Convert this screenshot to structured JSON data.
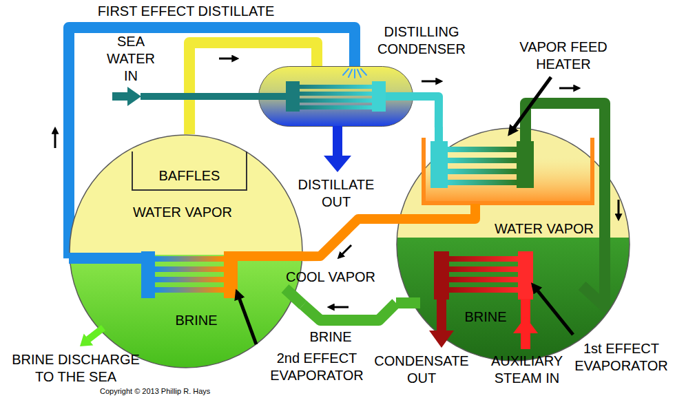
{
  "diagram": {
    "nodes": [
      {
        "text": [
          "WATER VAPOR",
          "BRINE"
        ]
      },
      {
        "text": [
          "BAFFLES"
        ],
        "in": 0
      },
      {
        "text": [
          "DISTILLING CONDENSER"
        ]
      },
      {
        "text": [
          "WATER VAPOR",
          "BRINE"
        ]
      }
    ],
    "edges": [
      {
        "from": 0,
        "to": 2,
        "arrow": "none"
      },
      {
        "from": 0,
        "to": 2,
        "label": "FIRST EFFECT DISTILLATE",
        "arrow": "none"
      },
      {
        "from": 2,
        "to": 3,
        "arrow": "none"
      },
      {
        "from": 3,
        "to": 0,
        "label": "COOL VAPOR",
        "arrow": "none"
      },
      {
        "from": 3,
        "to": 0,
        "label": "BRINE",
        "arrow": "none"
      }
    ],
    "labels": [
      "SEA WATER IN",
      "DISTILLATE OUT",
      "VAPOR FEED HEATER",
      "2nd EFFECT EVAPORATOR",
      "BRINE DISCHARGE TO THE SEA",
      "CONDENSATE OUT",
      "AUXILIARY STEAM IN",
      "1st EFFECT EVAPORATOR",
      "Copyright © 2013 Phillip R. Hays"
    ]
  }
}
